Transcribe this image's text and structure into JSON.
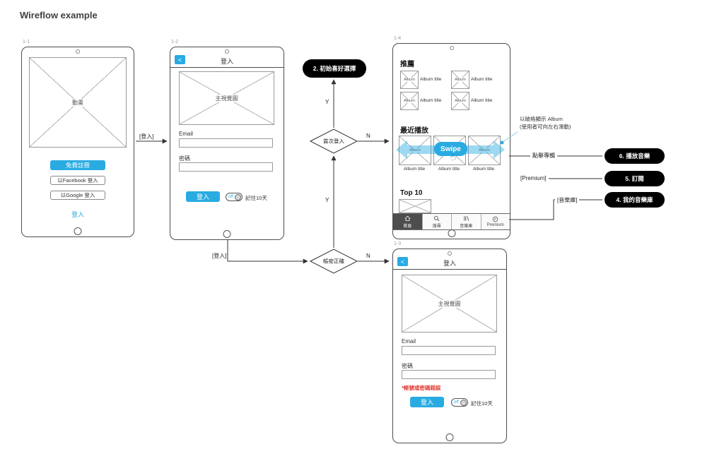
{
  "title": "Wireflow example",
  "colors": {
    "accent": "#29abe2",
    "pill": "#000000",
    "error": "#e0362e"
  },
  "screens": {
    "welcome": {
      "tag": "1-1",
      "image_label": "動畫",
      "signup": "免費註冊",
      "facebook": "以Facebook 登入",
      "google": "以Google 登入",
      "login_link": "登入"
    },
    "login": {
      "tag": "1-2",
      "back": "<",
      "title": "登入",
      "image_label": "主視覺圖",
      "email_label": "Email",
      "password_label": "密碼",
      "login_button": "登入",
      "toggle": "off",
      "remember": "記住10天"
    },
    "home": {
      "tag": "1-4",
      "recommend_heading": "推薦",
      "recent_heading": "最近播放",
      "top_heading": "Top 10",
      "swipe": "Swipe",
      "recommend_albums": [
        {
          "box": "Album",
          "title": "Album title"
        },
        {
          "box": "Album",
          "title": "Album title"
        },
        {
          "box": "Album",
          "title": "Album title"
        },
        {
          "box": "Album",
          "title": "Album title"
        }
      ],
      "recent_albums": [
        {
          "box": "Album",
          "title": "Album title"
        },
        {
          "box": "Album",
          "title": "Album title"
        },
        {
          "box": "Album",
          "title": "Album title"
        }
      ],
      "tabs": [
        {
          "label": "首頁"
        },
        {
          "label": "搜尋"
        },
        {
          "label": "音樂庫"
        },
        {
          "label": "Premium"
        }
      ]
    },
    "login_error": {
      "tag": "1-3",
      "back": "<",
      "title": "登入",
      "image_label": "主視覺圖",
      "email_label": "Email",
      "password_label": "密碼",
      "error": "*帳號或密碼錯誤",
      "login_button": "登入",
      "toggle": "off",
      "remember": "記住10天"
    }
  },
  "flow": {
    "login_arrow_label": "[登入]",
    "login_arrow_label2": "[登入]",
    "first_login": "首次登入",
    "credentials_ok": "帳密正確",
    "y1": "Y",
    "y2": "Y",
    "n1": "N",
    "n2": "N",
    "pill_preferences": "2. 初始喜好選擇",
    "pill_play": "6. 播放音樂",
    "pill_subscribe": "5. 訂閱",
    "pill_library": "4. 我的音樂庫",
    "click_album": "點擊專輯",
    "premium_ref": "[Premium]",
    "library_ref": "[音樂庫]",
    "annotation1": "以破格顯示 Album",
    "annotation2": "(使用者可向左右滑動)"
  }
}
